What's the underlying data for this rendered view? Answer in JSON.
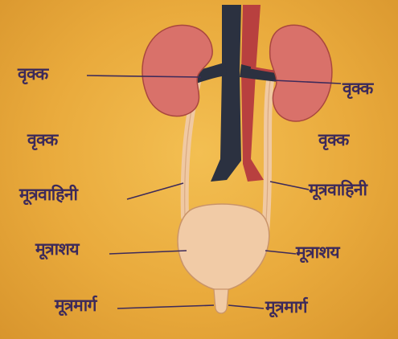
{
  "diagram": {
    "labels_left": [
      "वृक्क",
      "वृक्क",
      "मूत्रवाहिनी",
      "मूत्राशय",
      "मूत्रमार्ग"
    ],
    "labels_right": [
      "वृक्क",
      "वृक्क",
      "मूत्रवाहिनी",
      "मूत्राशय",
      "मूत्रमार्ग"
    ]
  },
  "colors": {
    "background": "#eaab3e",
    "kidney": "#d9716a",
    "vein": "#2b3140",
    "artery": "#b8403f",
    "ureter": "#f0c9a2",
    "bladder": "#f1cba6",
    "ink": "#3d2a5a"
  }
}
